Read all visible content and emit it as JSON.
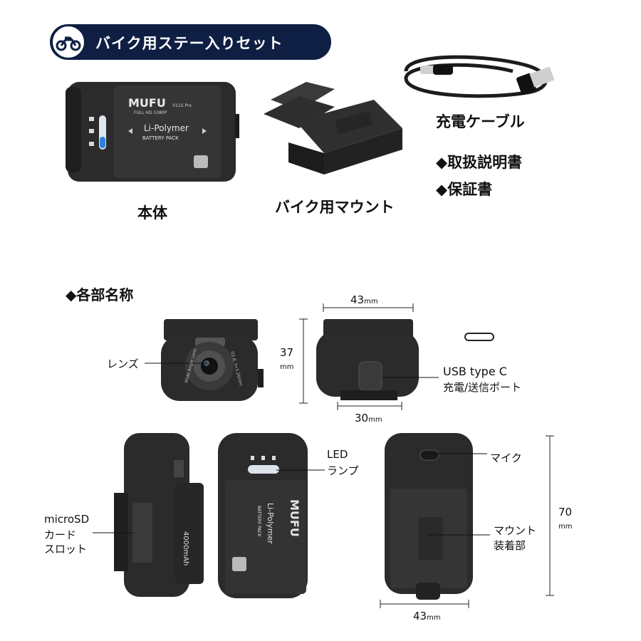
{
  "header": {
    "title": "バイク用ステー入りセット",
    "icon": "motorcycle-icon"
  },
  "set_items": {
    "body_label": "本体",
    "mount_label": "バイク用マウント",
    "cable_label": "充電ケーブル",
    "manual_label": "◆取扱説明書",
    "warranty_label": "◆保証書"
  },
  "device_print": {
    "brand": "MUFU",
    "model": "V11S Pro",
    "full_hd": "FULL HD 1080P",
    "battery_line1": "Li-Polymer",
    "battery_line2": "BATTERY PACK",
    "capacity": "4000mAh",
    "lens_text1": "Wide Angle Lens",
    "lens_text2": "f/1.8, f=3.26mm"
  },
  "parts": {
    "section_title": "◆各部名称",
    "lens": "レンズ",
    "usb_line1": "USB type C",
    "usb_line2": "充電/送信ポート",
    "led_line1": "LED",
    "led_line2": "ランプ",
    "mic": "マイク",
    "sd_line1": "microSD",
    "sd_line2": "カード",
    "sd_line3": "スロット",
    "mount_part_line1": "マウント",
    "mount_part_line2": "装着部"
  },
  "dimensions": {
    "width_top": {
      "value": "43",
      "unit": "mm"
    },
    "height_side": {
      "value": "37",
      "unit": "mm"
    },
    "port_width": {
      "value": "30",
      "unit": "mm"
    },
    "height_back": {
      "value": "70",
      "unit": "mm"
    },
    "width_back": {
      "value": "43",
      "unit": "mm"
    }
  },
  "colors": {
    "banner": "#0e1f43",
    "device": "#2b2b2b",
    "led": "#2f7fe0"
  }
}
